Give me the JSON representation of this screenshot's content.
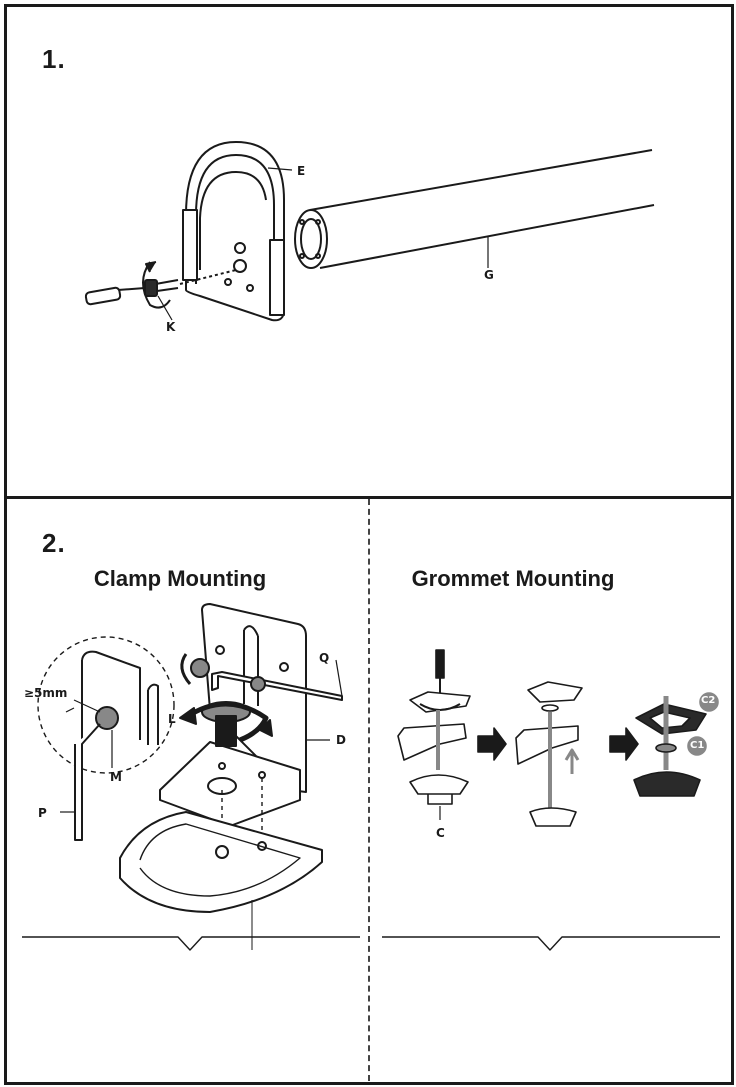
{
  "section1": {
    "step": "1.",
    "labels": {
      "e": "E",
      "g": "G",
      "k": "K"
    }
  },
  "section2": {
    "step": "2.",
    "clamp": {
      "heading": "Clamp Mounting",
      "labels": {
        "q": "Q",
        "l": "L",
        "d": "D",
        "m": "M",
        "p": "P",
        "gap": "≥5mm"
      }
    },
    "grommet": {
      "heading": "Grommet Mounting",
      "labels": {
        "c": "C",
        "c1": "C1",
        "c2": "C2"
      }
    }
  },
  "colors": {
    "line": "#1a1a1a",
    "fill_dark": "#2a2a2a",
    "fill_light": "#ffffff",
    "gray": "#888888"
  }
}
